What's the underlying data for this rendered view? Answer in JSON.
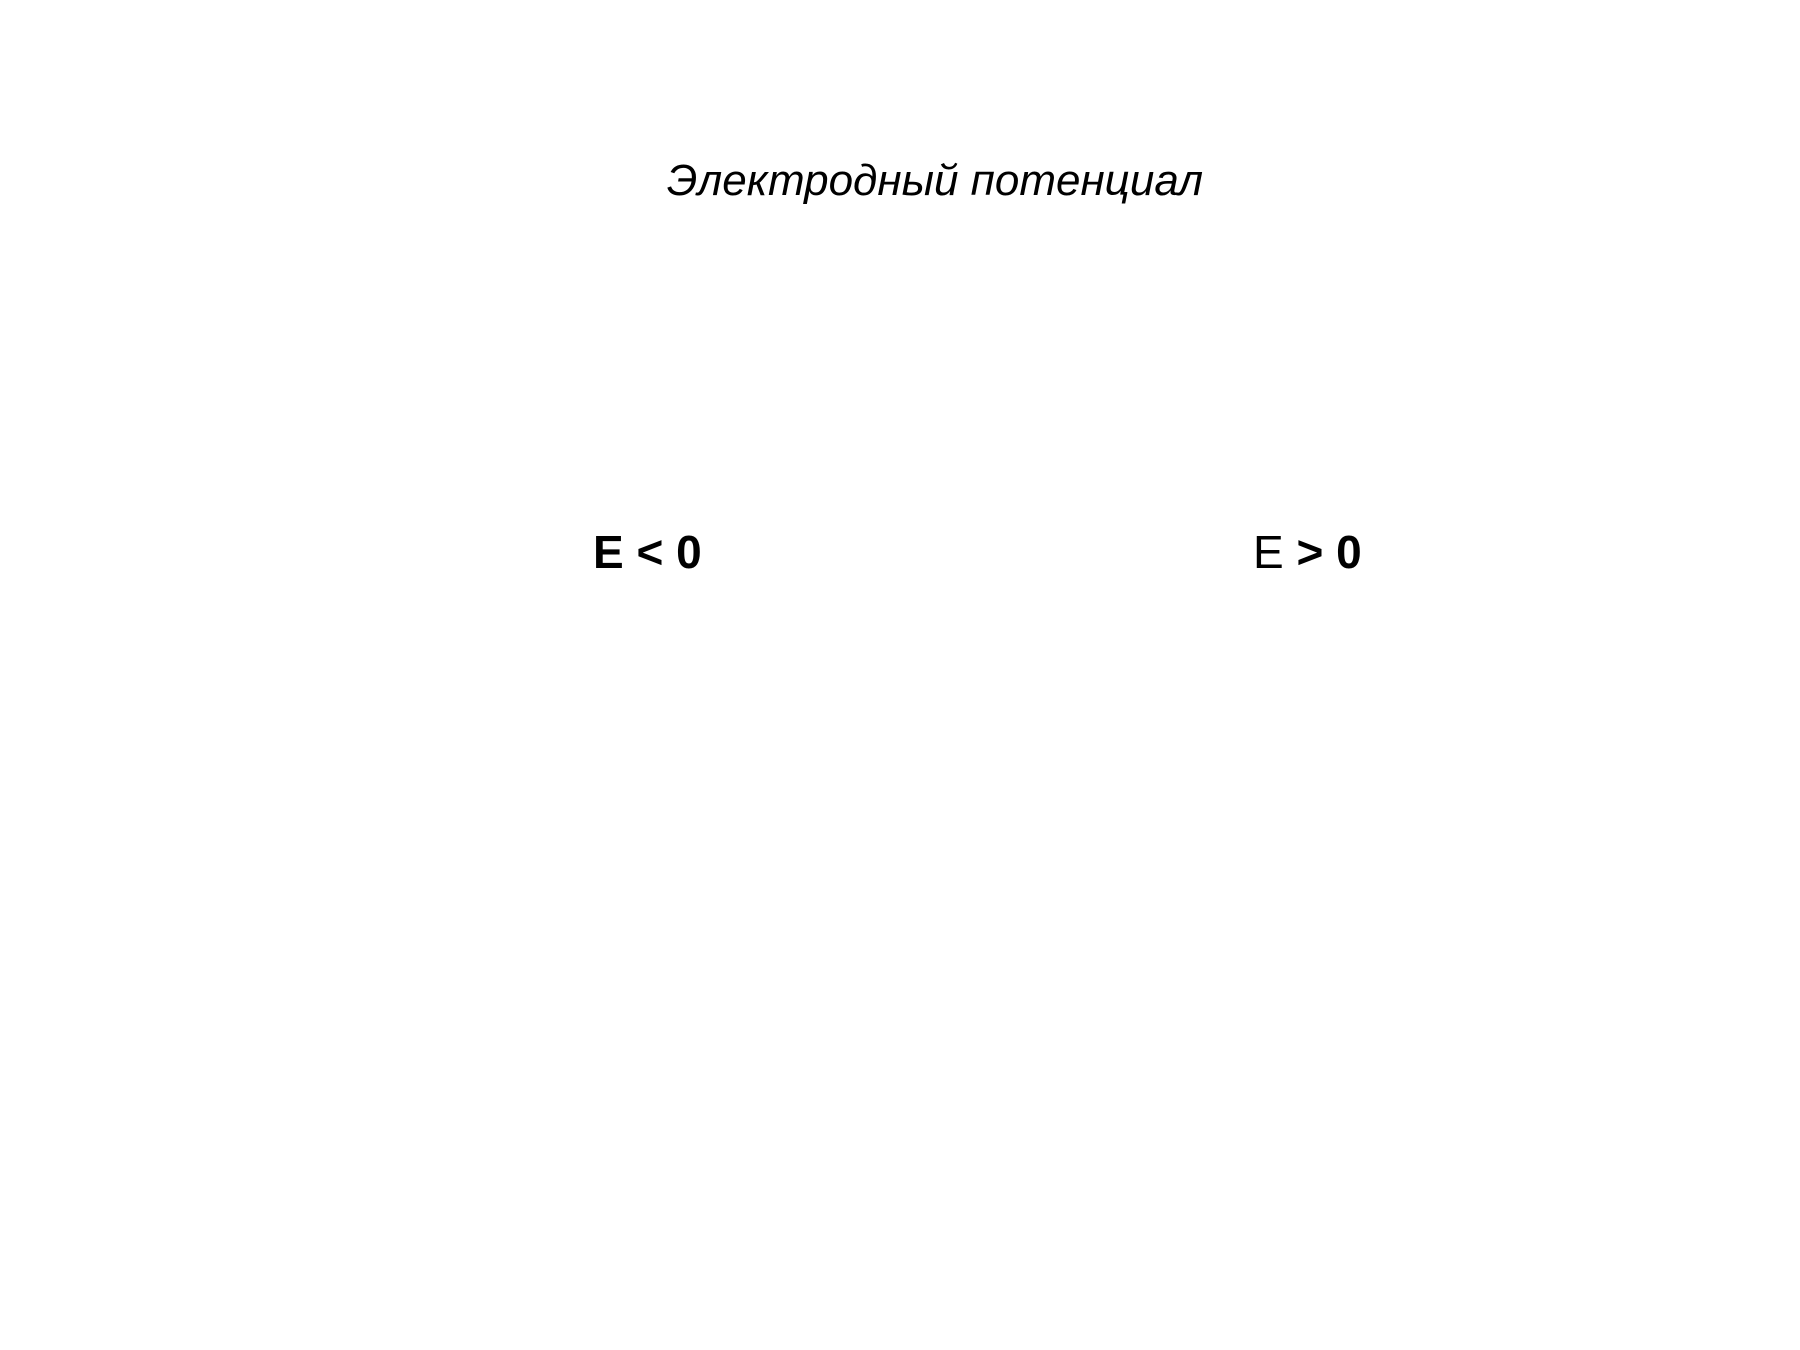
{
  "slide": {
    "title": "Электродный потенциал",
    "left_formula": {
      "symbol": "E",
      "relation": " < 0"
    },
    "right_formula": {
      "symbol": "E",
      "relation": " > 0"
    }
  }
}
